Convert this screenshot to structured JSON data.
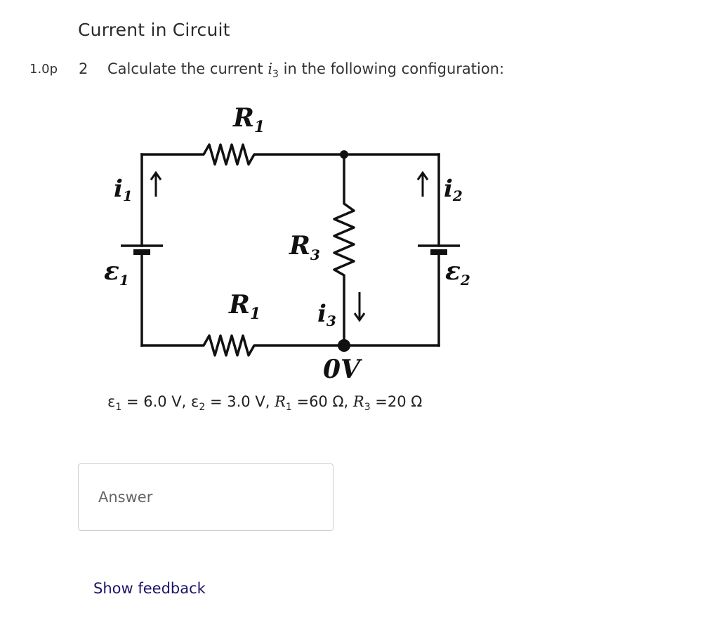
{
  "quiz": {
    "title": "Current in Circuit",
    "question": {
      "points": "1.0p",
      "number": "2",
      "text_before": "Calculate the current ",
      "variable": "i",
      "variable_sub": "3",
      "text_after": " in the following configuration:"
    },
    "circuit_labels": {
      "r1_top": "R",
      "r1_top_sub": "1",
      "r1_bottom": "R",
      "r1_bottom_sub": "1",
      "r3": "R",
      "r3_sub": "3",
      "i1": "i",
      "i1_sub": "1",
      "i2": "i",
      "i2_sub": "2",
      "i3": "i",
      "i3_sub": "3",
      "e1": "ε",
      "e1_sub": "1",
      "e2": "ε",
      "e2_sub": "2",
      "ground": "0V"
    },
    "given": {
      "e1_sym": "ε",
      "e1_sub": "1",
      "e1_val": " = 6.0 V, ",
      "e2_sym": "ε",
      "e2_sub": "2",
      "e2_val": " = 3.0 V, ",
      "r1_sym": "R",
      "r1_sub": "1",
      "r1_val": " =60 Ω, ",
      "r3_sym": "R",
      "r3_sub": "3",
      "r3_val": " =20 Ω"
    },
    "answer_placeholder": "Answer",
    "answer_value": "",
    "feedback_link": "Show feedback"
  },
  "colors": {
    "link": "#1c1466",
    "text": "#333333",
    "border": "#cfcfcf"
  }
}
